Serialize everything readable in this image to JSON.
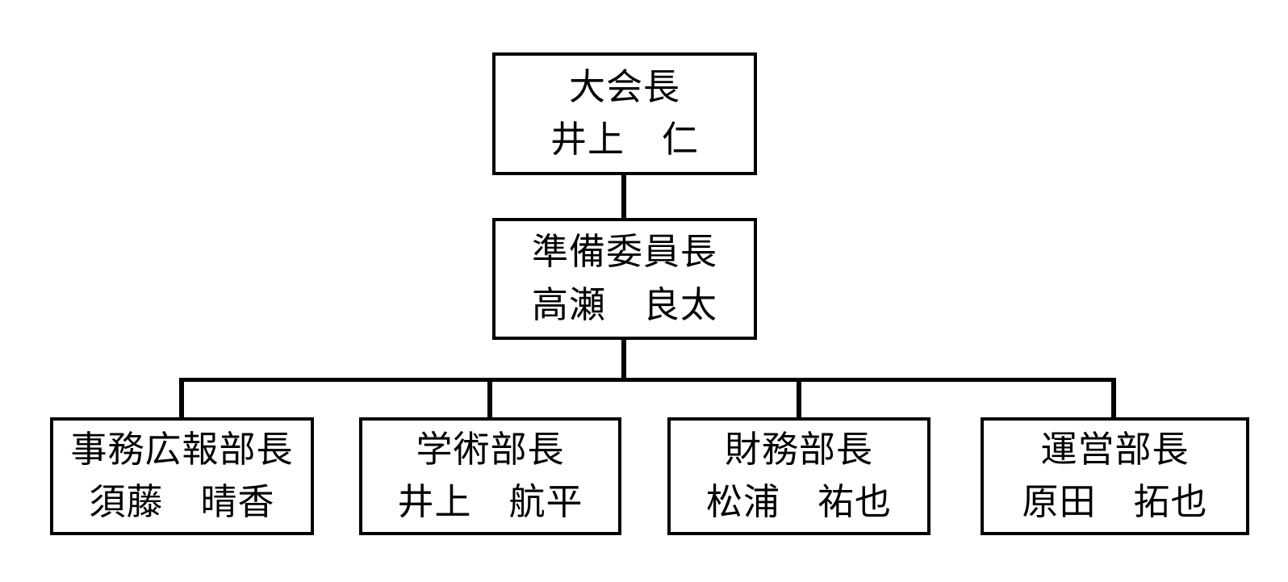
{
  "colors": {
    "line": "#000000",
    "text": "#000000",
    "box_background": "#ffffff",
    "page_background": "#ffffff"
  },
  "org_chart": {
    "root": {
      "title": "大会長",
      "name": "井上　仁"
    },
    "chair": {
      "title": "準備委員長",
      "name": "高瀬　良太"
    },
    "departments": [
      {
        "title": "事務広報部長",
        "name": "須藤　晴香"
      },
      {
        "title": "学術部長",
        "name": "井上　航平"
      },
      {
        "title": "財務部長",
        "name": "松浦　祐也"
      },
      {
        "title": "運営部長",
        "name": "原田　拓也"
      }
    ]
  }
}
